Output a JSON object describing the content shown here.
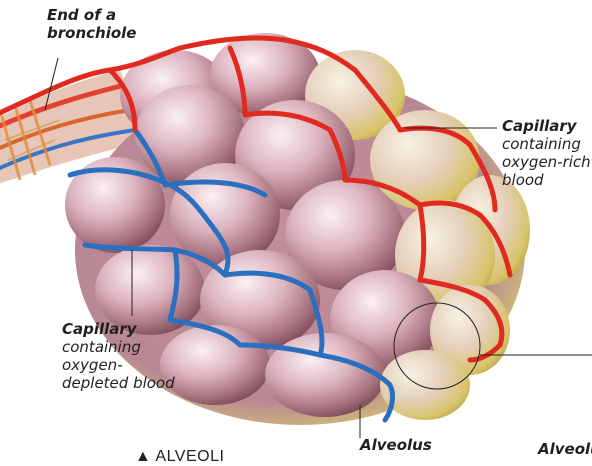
{
  "labels": {
    "bronchiole": {
      "line1": "End of a",
      "line2": "bronchiole"
    },
    "capillary_rich": {
      "line1": "Capillary",
      "line2": "containing",
      "line3": "oxygen-rich",
      "line4": "blood"
    },
    "capillary_depleted": {
      "line1": "Capillary",
      "line2": "containing",
      "line3": "oxygen-",
      "line4": "depleted blood"
    },
    "alveolus": "Alveolus",
    "alveolus_right": "Alveolu"
  },
  "caption": "▲ ALVEOLI",
  "colors": {
    "oxygen_rich_vessel": "#e12a1f",
    "oxygen_depleted_vessel": "#2a6fc0",
    "alveolus_fill": "#c99aa4",
    "alveolus_highlight": "#f6e6ec",
    "alveolus_rim": "#e8e070",
    "leader_line": "#231f20"
  }
}
